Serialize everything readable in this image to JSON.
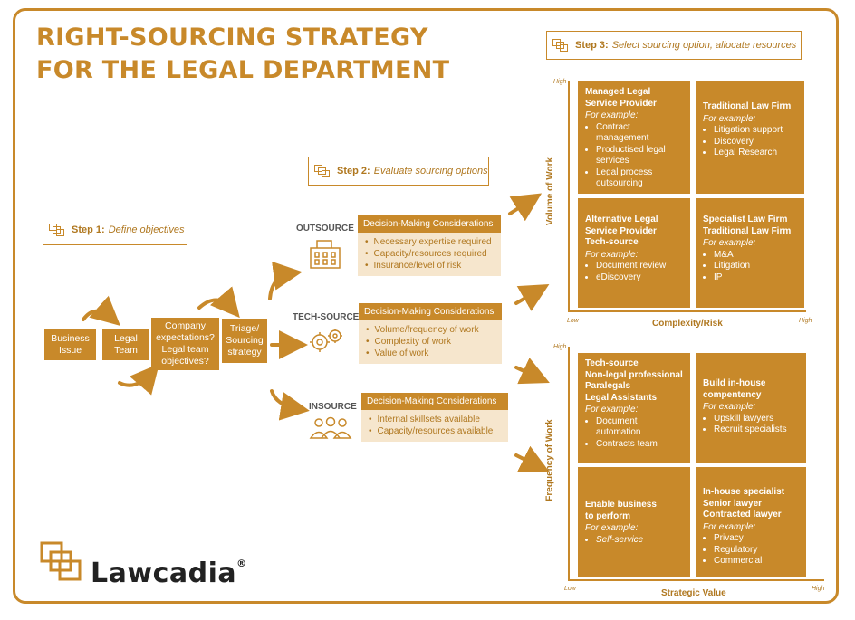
{
  "title_line1": "RIGHT-SOURCING STRATEGY",
  "title_line2": "FOR THE LEGAL DEPARTMENT",
  "step1": {
    "bold": "Step 1:",
    "text": "Define objectives"
  },
  "step2": {
    "bold": "Step 2:",
    "text": "Evaluate sourcing options"
  },
  "step3": {
    "bold": "Step 3:",
    "text": "Select sourcing option, allocate resources"
  },
  "flow": {
    "business_issue": "Business Issue",
    "legal_team": "Legal Team",
    "company_expectations": "Company expectations? Legal team objectives?",
    "triage": "Triage/ Sourcing strategy"
  },
  "options": {
    "outsource": "OUTSOURCE",
    "techsource": "TECH-SOURCE",
    "insource": "INSOURCE"
  },
  "considerations": {
    "outsource": {
      "header": "Decision-Making Considerations",
      "items": [
        "Necessary expertise required",
        "Capacity/resources required",
        "Insurance/level of risk"
      ]
    },
    "techsource": {
      "header": "Decision-Making Considerations",
      "items": [
        "Volume/frequency of work",
        "Complexity of work",
        "Value of work"
      ]
    },
    "insource": {
      "header": "Decision-Making Considerations",
      "items": [
        "Internal skillsets available",
        "Capacity/resources available"
      ]
    }
  },
  "matrix1": {
    "y_label": "Volume of Work",
    "x_label": "Complexity/Risk",
    "y_high": "High",
    "x_low": "Low",
    "x_high": "High",
    "quadrants": {
      "top_left": {
        "titles": [
          "Managed Legal",
          "Service Provider"
        ],
        "for_example": "For example:",
        "items": [
          "Contract management",
          "Productised legal services",
          "Legal process outsourcing"
        ]
      },
      "top_right": {
        "titles": [
          "Traditional Law Firm"
        ],
        "for_example": "For example:",
        "items": [
          "Litigation support",
          "Discovery",
          "Legal Research"
        ]
      },
      "bottom_left": {
        "titles": [
          "Alternative Legal",
          "Service Provider",
          "Tech-source"
        ],
        "for_example": "For example:",
        "items": [
          "Document review",
          "eDiscovery"
        ]
      },
      "bottom_right": {
        "titles": [
          "Specialist Law Firm",
          "Traditional Law Firm"
        ],
        "for_example": "For example:",
        "items": [
          "M&A",
          "Litigation",
          "IP"
        ]
      }
    }
  },
  "matrix2": {
    "y_label": "Frequency of Work",
    "x_label": "Strategic Value",
    "y_high": "High",
    "x_low": "Low",
    "x_high": "High",
    "quadrants": {
      "top_left": {
        "titles": [
          "Tech-source",
          "Non-legal professional",
          "Paralegals",
          "Legal Assistants"
        ],
        "for_example": "For example:",
        "items": [
          "Document automation",
          "Contracts team"
        ]
      },
      "top_right": {
        "titles": [
          "Build in-house",
          "compentency"
        ],
        "for_example": "For example:",
        "items": [
          "Upskill lawyers",
          "Recruit specialists"
        ]
      },
      "bottom_left": {
        "titles": [
          "Enable business",
          "to perform"
        ],
        "for_example": "For example:",
        "items": [
          "Self-service"
        ]
      },
      "bottom_right": {
        "titles": [
          "In-house specialist",
          "Senior lawyer",
          "Contracted lawyer"
        ],
        "for_example": "For example:",
        "items": [
          "Privacy",
          "Regulatory",
          "Commercial"
        ]
      }
    }
  },
  "brand": {
    "name": "Lawcadia",
    "reg": "®"
  },
  "colors": {
    "accent": "#c8892a",
    "light": "#f6e6cd"
  },
  "icons": [
    "building-icon",
    "gears-icon",
    "people-icon",
    "stacked-squares-icon"
  ]
}
